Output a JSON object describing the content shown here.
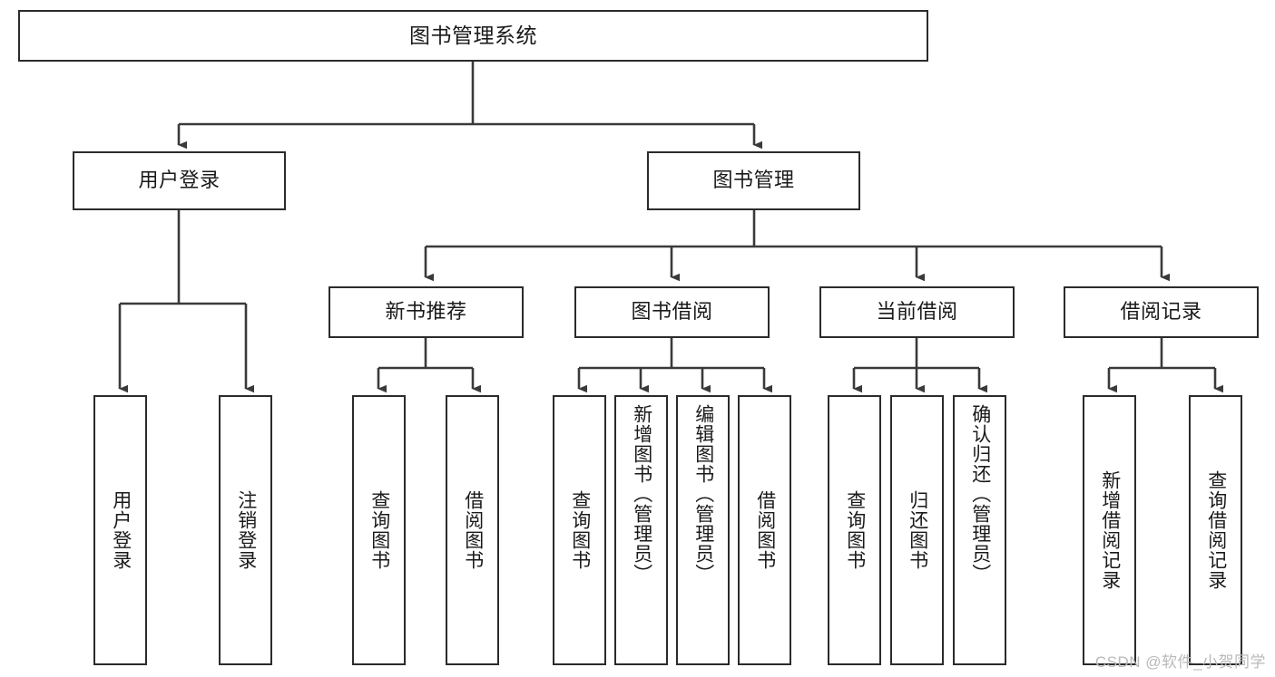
{
  "diagram": {
    "title": "图书管理系统",
    "type": "tree-hierarchy",
    "watermark": "CSDN @软件_小贺同学",
    "colors": {
      "box_border": "#2b2b2b",
      "box_fill": "#ffffff",
      "connector": "#3a3a3a",
      "text": "#1a1a1a",
      "watermark": "#b9b9b9"
    },
    "root": {
      "label": "图书管理系统"
    },
    "level2": [
      {
        "label": "用户登录"
      },
      {
        "label": "图书管理"
      }
    ],
    "level3": [
      {
        "label": "新书推荐"
      },
      {
        "label": "图书借阅"
      },
      {
        "label": "当前借阅"
      },
      {
        "label": "借阅记录"
      }
    ],
    "leaves": {
      "user_login": [
        {
          "label": "用户登录"
        },
        {
          "label": "注销登录"
        }
      ],
      "new_book_recommend": [
        {
          "label": "查询图书"
        },
        {
          "label": "借阅图书"
        }
      ],
      "book_borrow": [
        {
          "label": "查询图书"
        },
        {
          "label": "新增图书（管理员）"
        },
        {
          "label": "编辑图书（管理员）"
        },
        {
          "label": "借阅图书"
        }
      ],
      "current_borrow": [
        {
          "label": "查询图书"
        },
        {
          "label": "归还图书"
        },
        {
          "label": "确认归还（管理员）"
        }
      ],
      "borrow_records": [
        {
          "label": "新增借阅记录"
        },
        {
          "label": "查询借阅记录"
        }
      ]
    }
  }
}
